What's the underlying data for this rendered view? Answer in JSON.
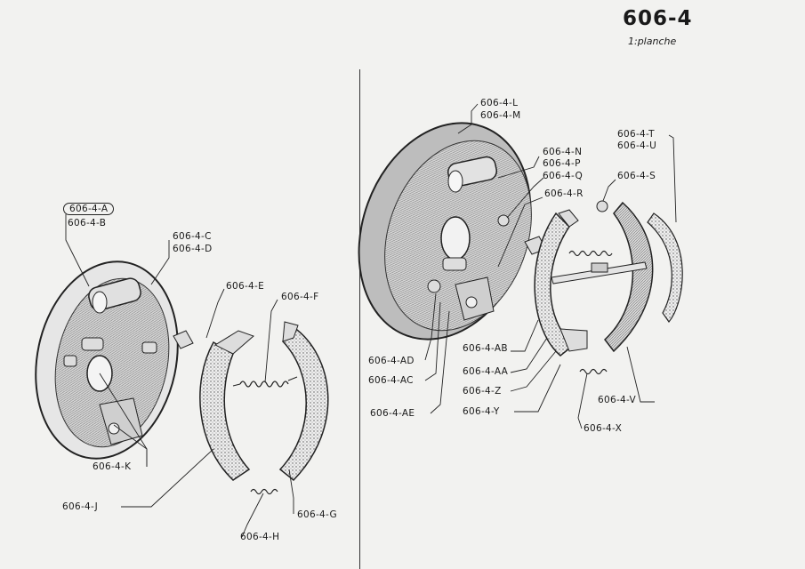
{
  "header": {
    "plate_number": "606-4",
    "plate_sub": "1:planche"
  },
  "labels": {
    "A": "606-4-A",
    "B": "606-4-B",
    "C": "606-4-C",
    "D": "606-4-D",
    "E": "606-4-E",
    "F": "606-4-F",
    "G": "606-4-G",
    "H": "606-4-H",
    "J": "606-4-J",
    "K": "606-4-K",
    "L": "606-4-L",
    "M": "606-4-M",
    "N": "606-4-N",
    "P": "606-4-P",
    "Q": "606-4-Q",
    "R": "606-4-R",
    "S": "606-4-S",
    "T": "606-4-T",
    "U": "606-4-U",
    "V": "606-4-V",
    "X": "606-4-X",
    "Y": "606-4-Y",
    "Z": "606-4-Z",
    "AA": "606-4-AA",
    "AB": "606-4-AB",
    "AC": "606-4-AC",
    "AD": "606-4-AD",
    "AE": "606-4-AE"
  }
}
